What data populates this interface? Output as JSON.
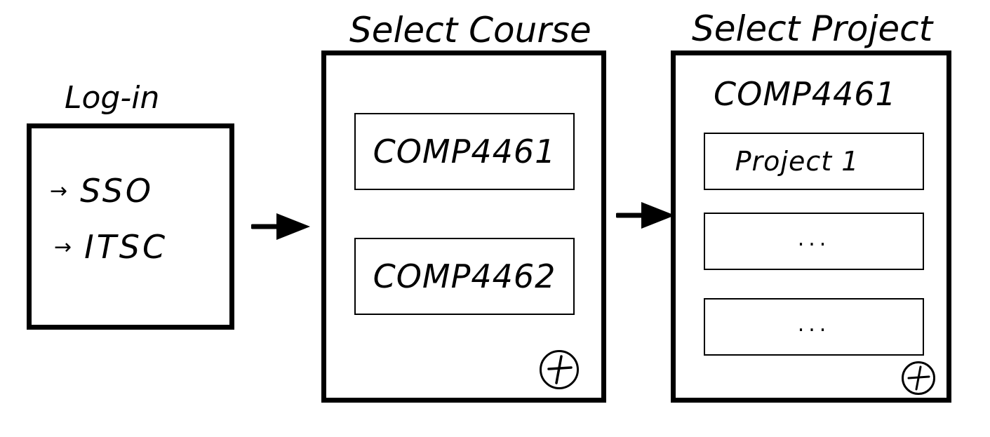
{
  "login": {
    "title": "Log-in",
    "options": [
      {
        "arrow": "→",
        "label": "SSO"
      },
      {
        "arrow": "→",
        "label": "ITSC"
      }
    ]
  },
  "select_course": {
    "title": "Select Course",
    "courses": [
      "COMP4461",
      "COMP4462"
    ],
    "add_icon": "plus-circle-icon"
  },
  "select_project": {
    "title": "Select Project",
    "course_heading": "COMP4461",
    "projects": [
      "Project 1",
      "...",
      "..."
    ],
    "add_icon": "plus-circle-icon"
  },
  "flow_arrows": [
    "arrow-right-icon",
    "arrow-right-icon"
  ]
}
